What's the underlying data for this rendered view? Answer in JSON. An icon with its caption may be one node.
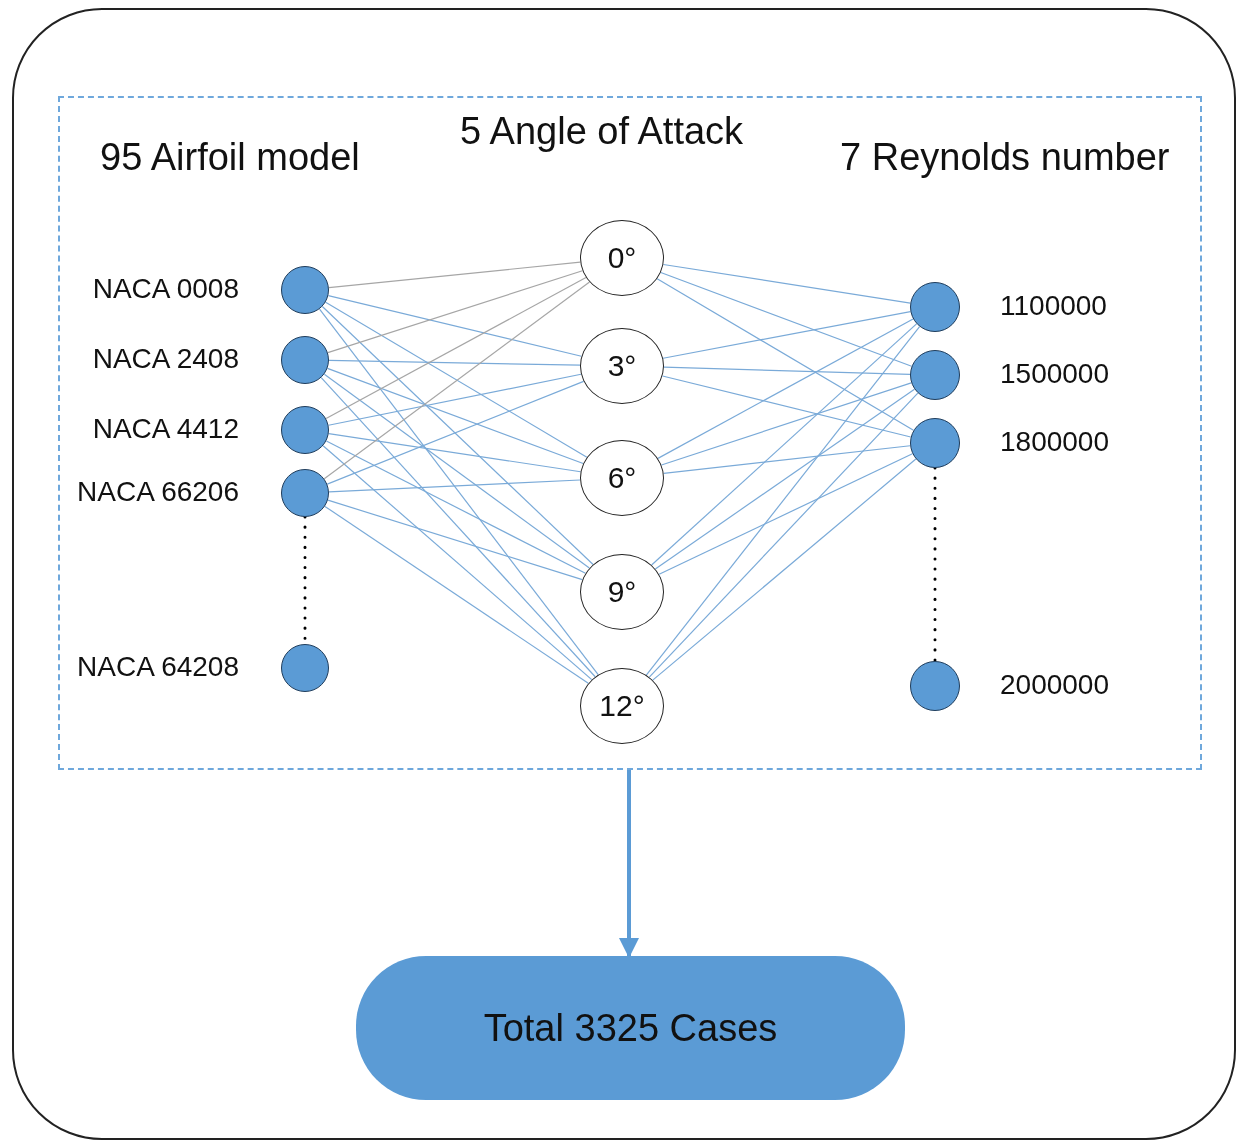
{
  "diagram": {
    "nodes": [
      {
        "text": [],
        "shape": "box"
      },
      {
        "text": [],
        "shape": "box",
        "in": 0
      },
      {
        "text": [],
        "shape": "circle",
        "in": 1,
        "beside": [
          "NACA 0008"
        ]
      },
      {
        "text": [],
        "shape": "circle",
        "in": 1,
        "beside": [
          "NACA 2408"
        ]
      },
      {
        "text": [],
        "shape": "circle",
        "in": 1,
        "beside": [
          "NACA 4412"
        ]
      },
      {
        "text": [],
        "shape": "circle",
        "in": 1,
        "beside": [
          "NACA 66206"
        ]
      },
      {
        "text": [],
        "shape": "circle",
        "in": 1,
        "beside": [
          "NACA 64208"
        ]
      },
      {
        "text": [
          "0°"
        ],
        "in": 1
      },
      {
        "text": [
          "3°"
        ],
        "in": 1
      },
      {
        "text": [
          "6°"
        ],
        "in": 1
      },
      {
        "text": [
          "9°"
        ],
        "in": 1
      },
      {
        "text": [
          "12°"
        ],
        "in": 1
      },
      {
        "text": [],
        "shape": "circle",
        "in": 1,
        "beside": [
          "1100000"
        ]
      },
      {
        "text": [],
        "shape": "circle",
        "in": 1,
        "beside": [
          "1500000"
        ]
      },
      {
        "text": [],
        "shape": "circle",
        "in": 1,
        "beside": [
          "1800000"
        ]
      },
      {
        "text": [],
        "shape": "circle",
        "in": 1,
        "beside": [
          "2000000"
        ]
      },
      {
        "text": [
          "Total 3325 Cases"
        ],
        "in": 0
      }
    ],
    "edges": [
      {
        "from": 2,
        "to": 7,
        "arrow": "none",
        "color": "#a6a6a6"
      },
      {
        "from": 2,
        "to": 8,
        "arrow": "none"
      },
      {
        "from": 2,
        "to": 9,
        "arrow": "none"
      },
      {
        "from": 2,
        "to": 10,
        "arrow": "none"
      },
      {
        "from": 2,
        "to": 11,
        "arrow": "none"
      },
      {
        "from": 3,
        "to": 7,
        "arrow": "none",
        "color": "#a6a6a6"
      },
      {
        "from": 3,
        "to": 8,
        "arrow": "none"
      },
      {
        "from": 3,
        "to": 9,
        "arrow": "none"
      },
      {
        "from": 3,
        "to": 10,
        "arrow": "none"
      },
      {
        "from": 3,
        "to": 11,
        "arrow": "none"
      },
      {
        "from": 4,
        "to": 7,
        "arrow": "none",
        "color": "#a6a6a6"
      },
      {
        "from": 4,
        "to": 8,
        "arrow": "none"
      },
      {
        "from": 4,
        "to": 9,
        "arrow": "none"
      },
      {
        "from": 4,
        "to": 10,
        "arrow": "none"
      },
      {
        "from": 4,
        "to": 11,
        "arrow": "none"
      },
      {
        "from": 5,
        "to": 7,
        "arrow": "none",
        "color": "#a6a6a6"
      },
      {
        "from": 5,
        "to": 8,
        "arrow": "none"
      },
      {
        "from": 5,
        "to": 9,
        "arrow": "none"
      },
      {
        "from": 5,
        "to": 10,
        "arrow": "none"
      },
      {
        "from": 5,
        "to": 11,
        "arrow": "none"
      },
      {
        "from": 7,
        "to": 12,
        "arrow": "none"
      },
      {
        "from": 7,
        "to": 13,
        "arrow": "none"
      },
      {
        "from": 7,
        "to": 14,
        "arrow": "none"
      },
      {
        "from": 8,
        "to": 12,
        "arrow": "none"
      },
      {
        "from": 8,
        "to": 13,
        "arrow": "none"
      },
      {
        "from": 8,
        "to": 14,
        "arrow": "none"
      },
      {
        "from": 9,
        "to": 12,
        "arrow": "none"
      },
      {
        "from": 9,
        "to": 13,
        "arrow": "none"
      },
      {
        "from": 9,
        "to": 14,
        "arrow": "none"
      },
      {
        "from": 10,
        "to": 12,
        "arrow": "none"
      },
      {
        "from": 10,
        "to": 13,
        "arrow": "none"
      },
      {
        "from": 10,
        "to": 14,
        "arrow": "none"
      },
      {
        "from": 11,
        "to": 12,
        "arrow": "none"
      },
      {
        "from": 11,
        "to": 13,
        "arrow": "none"
      },
      {
        "from": 11,
        "to": 14,
        "arrow": "none"
      },
      {
        "from": 5,
        "to": 6,
        "arrow": "none",
        "style": "dashed",
        "color": "#000000"
      },
      {
        "from": 14,
        "to": 15,
        "arrow": "none",
        "style": "dashed",
        "color": "#000000"
      },
      {
        "from": 1,
        "to": 16,
        "arrow": "to",
        "style": "thick",
        "color": "#5b9bd5"
      }
    ],
    "labels": [
      "95 Airfoil model",
      "5 Angle of Attack",
      "7 Reynolds number"
    ]
  }
}
